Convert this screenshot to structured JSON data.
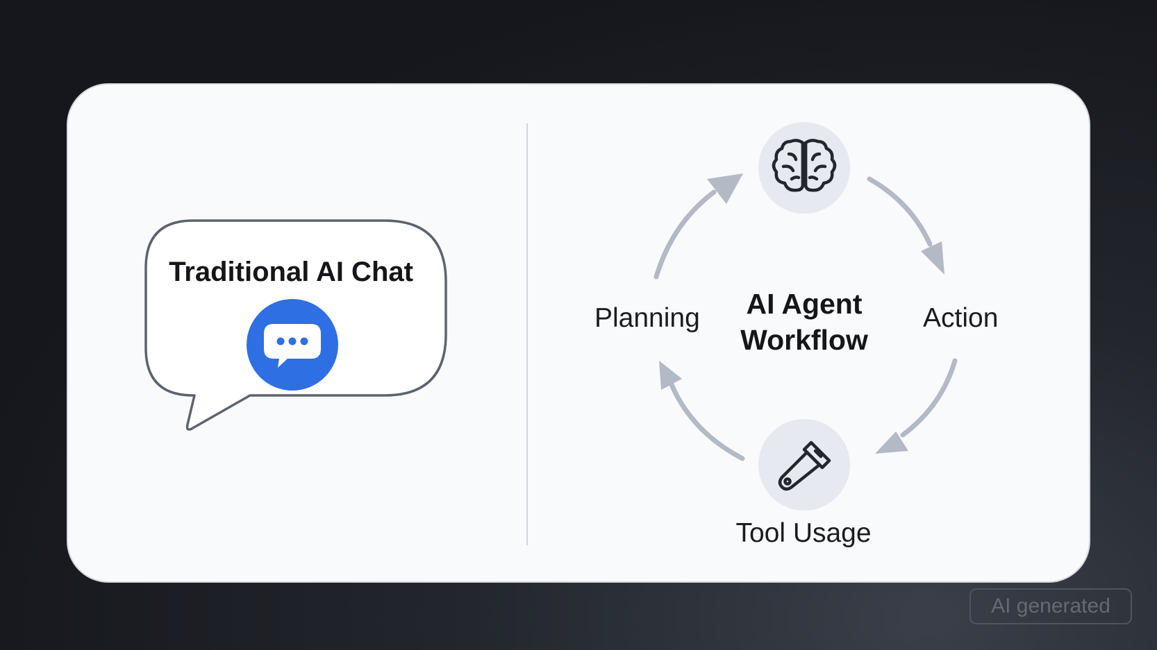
{
  "left_panel": {
    "title": "Traditional AI Chat"
  },
  "right_panel": {
    "center_title_line1": "AI Agent",
    "center_title_line2": "Workflow",
    "nodes": [
      {
        "label": "Planning"
      },
      {
        "label": "Action"
      },
      {
        "label": "Tool Usage"
      }
    ]
  },
  "icons": {
    "chat": "chat-bubble-icon",
    "brain": "brain-icon",
    "tool": "flashlight-tool-icon"
  },
  "colors": {
    "accent_blue": "#2f6fe4",
    "arrow_gray": "#b3b9c5",
    "node_bg": "#e6e9ef",
    "bubble_stroke": "#5d636d"
  },
  "watermark": "AI generated"
}
